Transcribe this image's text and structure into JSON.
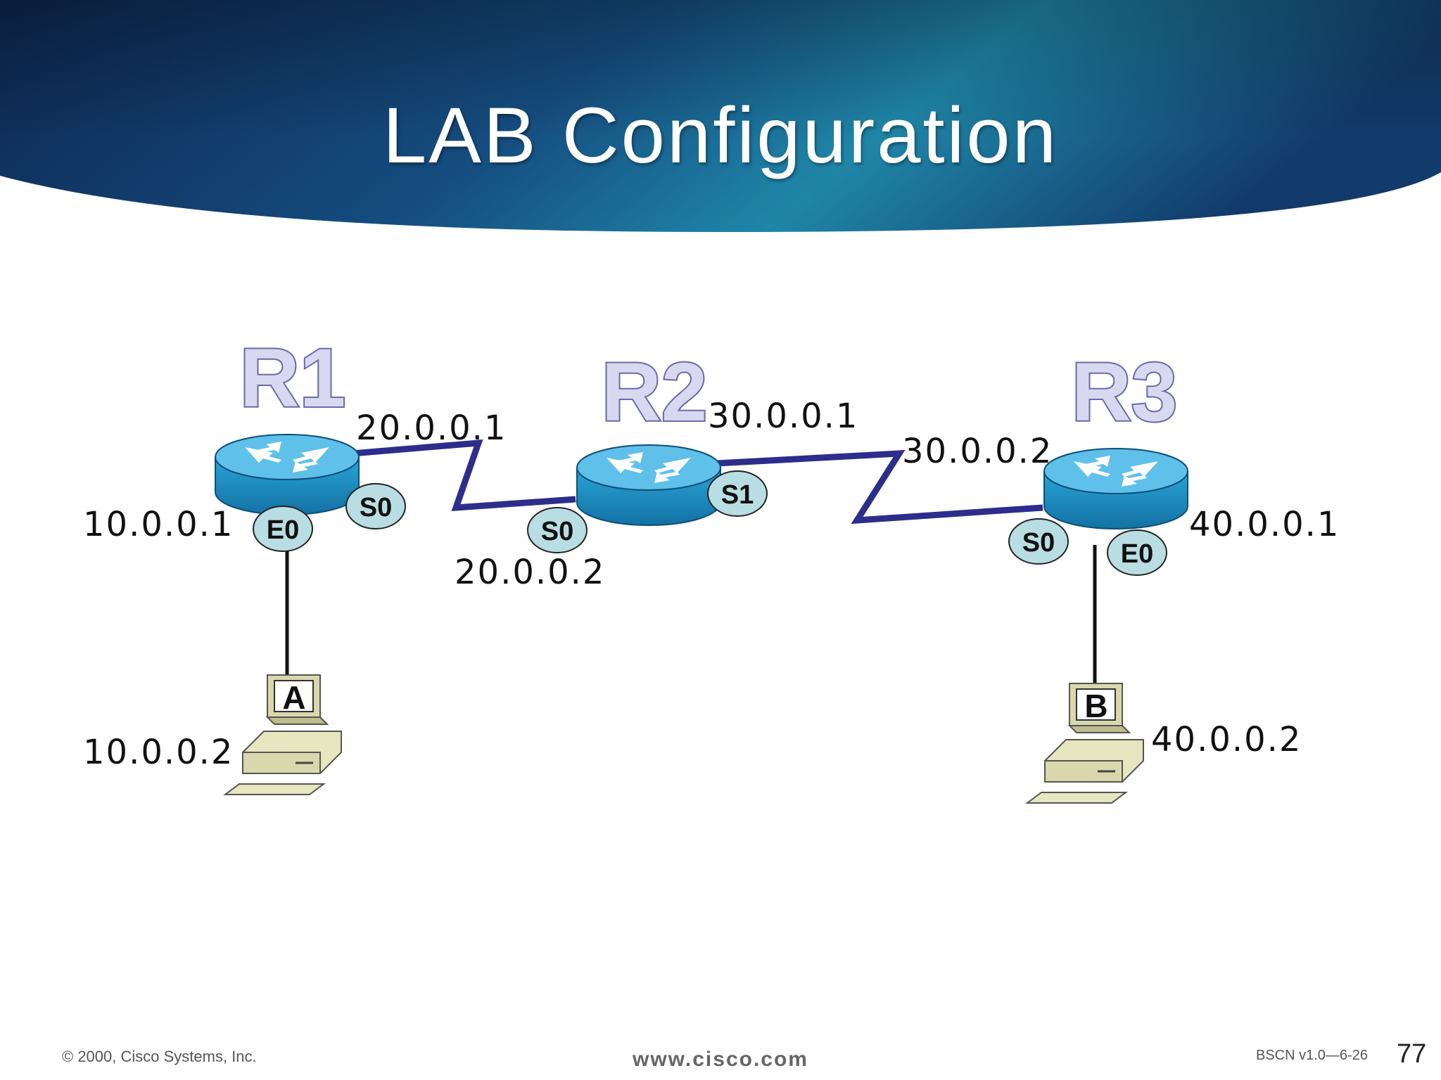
{
  "title": "LAB Configuration",
  "routers": [
    {
      "name": "R1",
      "ifaces": [
        "E0",
        "S0"
      ]
    },
    {
      "name": "R2",
      "ifaces": [
        "S0",
        "S1"
      ]
    },
    {
      "name": "R3",
      "ifaces": [
        "S0",
        "E0"
      ]
    }
  ],
  "hosts": [
    {
      "label": "A",
      "ip": "10.0.0.2"
    },
    {
      "label": "B",
      "ip": "40.0.0.2"
    }
  ],
  "addresses": {
    "r1_e0": "10.0.0.1",
    "r1_s0": "20.0.0.1",
    "r2_s0": "20.0.0.2",
    "r2_s1": "30.0.0.1",
    "r3_s0": "30.0.0.2",
    "r3_e0": "40.0.0.1"
  },
  "footer": {
    "copyright": "© 2000, Cisco Systems, Inc.",
    "url": "www.cisco.com",
    "course": "BSCN v1.0—6-26",
    "page": "77"
  },
  "colors": {
    "header_dark": "#0e2a55",
    "header_mid": "#1a5f8a",
    "header_light": "#2aa0b8",
    "router_body": "#1e8fc0",
    "router_top": "#7fd0ee",
    "serial_link": "#2d2d8c",
    "iface_fill": "#b8dde3"
  }
}
